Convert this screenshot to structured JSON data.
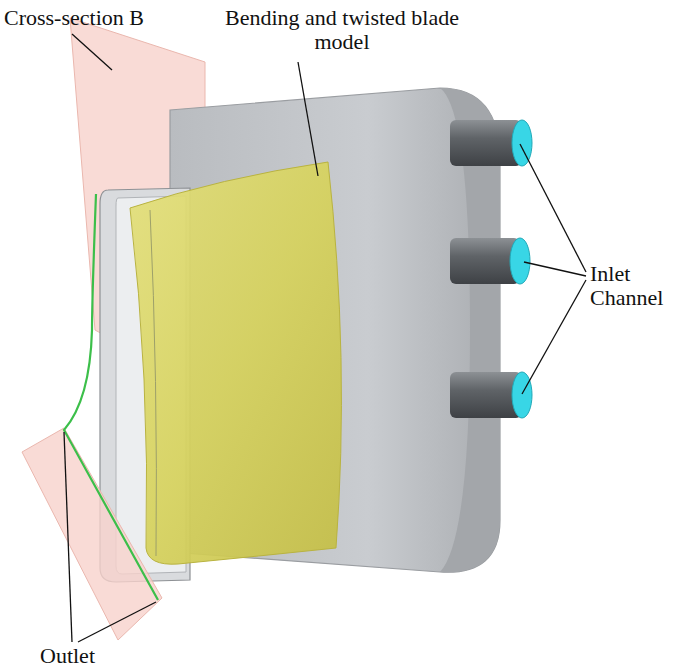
{
  "diagram": {
    "labels": [
      "Cross-section B",
      "Bending and twisted blade model",
      "Inlet Channel",
      "Outlet"
    ]
  }
}
